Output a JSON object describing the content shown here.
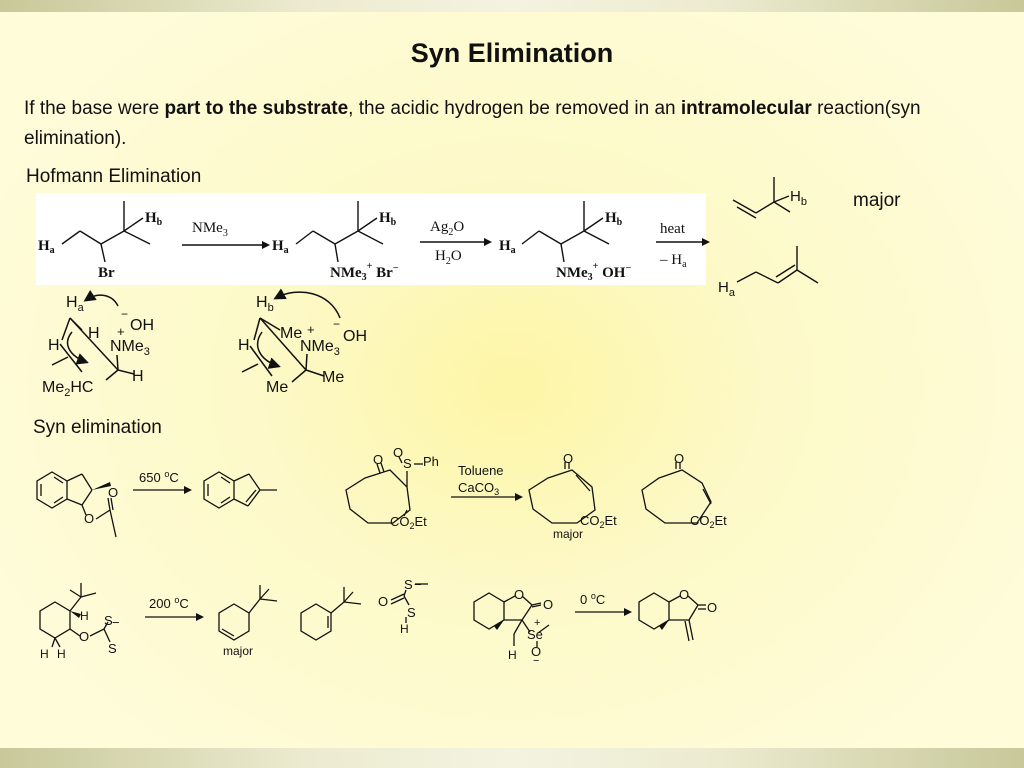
{
  "title": "Syn Elimination",
  "intro": {
    "part1": "If the base were ",
    "bold1": "part to the substrate",
    "part2": ", the acidic hydrogen be removed in an ",
    "bold2": "intramolecular",
    "part3": " reaction(syn elimination)."
  },
  "hofmann": {
    "label": "Hofmann Elimination",
    "reagent1": "NMe",
    "reagent1_sub": "3",
    "reagent2_top": "Ag",
    "reagent2_top_sub": "2",
    "reagent2_top_end": "O",
    "reagent2_bottom": "H",
    "reagent2_bottom_sub": "2",
    "reagent2_bottom_end": "O",
    "reagent3_top": "heat",
    "reagent3_bottom": "– H",
    "reagent3_bottom_sub": "a",
    "ha": "H",
    "ha_sub": "a",
    "hb": "H",
    "hb_sub": "b",
    "br": "Br",
    "nme3": "NMe",
    "nme3_sub": "3",
    "plus": "+",
    "br_minus": " Br",
    "oh_minus": " OH",
    "minus": "−",
    "major": "major"
  },
  "mechanism": {
    "ha": "H",
    "ha_sub": "a",
    "hb": "H",
    "hb_sub": "b",
    "h": "H",
    "oh": "OH",
    "minus": "−",
    "plus": "+",
    "nme3": "NMe",
    "nme3_sub": "3",
    "me2hc_1": "Me",
    "me2hc_sub": "2",
    "me2hc_2": "HC",
    "me": "Me"
  },
  "syn": {
    "label": "Syn elimination",
    "cond1": "650 ",
    "cond1_sup": "o",
    "cond1_end": "C",
    "o": "O",
    "s_ph": "S",
    "ph": "Ph",
    "toluene": "Toluene",
    "caco3": "CaCO",
    "caco3_sub": "3",
    "co2et_1": "CO",
    "co2et_sub": "2",
    "co2et_2": "Et",
    "major": "major",
    "cond2": "200 ",
    "cond2_sup": "o",
    "cond2_end": "C",
    "s": "S",
    "h": "H",
    "se": "Se",
    "plus": "+",
    "minus": "−",
    "cond3": "0 ",
    "cond3_sup": "o",
    "cond3_end": "C"
  }
}
